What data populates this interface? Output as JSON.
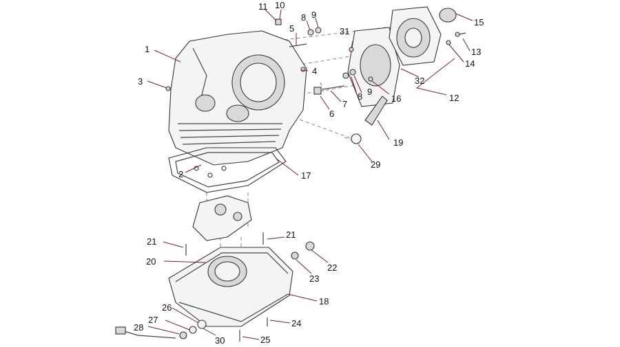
{
  "callouts": [
    {
      "id": "c1",
      "text": "1"
    },
    {
      "id": "c2",
      "text": "2"
    },
    {
      "id": "c3",
      "text": "3"
    },
    {
      "id": "c4",
      "text": "4"
    },
    {
      "id": "c5",
      "text": "5"
    },
    {
      "id": "c6",
      "text": "6"
    },
    {
      "id": "c7",
      "text": "7"
    },
    {
      "id": "c8a",
      "text": "8"
    },
    {
      "id": "c8b",
      "text": "8"
    },
    {
      "id": "c9a",
      "text": "9"
    },
    {
      "id": "c9b",
      "text": "9"
    },
    {
      "id": "c10",
      "text": "10"
    },
    {
      "id": "c11",
      "text": "11"
    },
    {
      "id": "c12",
      "text": "12"
    },
    {
      "id": "c13",
      "text": "13"
    },
    {
      "id": "c14",
      "text": "14"
    },
    {
      "id": "c15",
      "text": "15"
    },
    {
      "id": "c16",
      "text": "16"
    },
    {
      "id": "c17",
      "text": "17"
    },
    {
      "id": "c18",
      "text": "18"
    },
    {
      "id": "c19",
      "text": "19"
    },
    {
      "id": "c20",
      "text": "20"
    },
    {
      "id": "c21a",
      "text": "21"
    },
    {
      "id": "c21b",
      "text": "21"
    },
    {
      "id": "c22",
      "text": "22"
    },
    {
      "id": "c23",
      "text": "23"
    },
    {
      "id": "c24",
      "text": "24"
    },
    {
      "id": "c25",
      "text": "25"
    },
    {
      "id": "c26",
      "text": "26"
    },
    {
      "id": "c27",
      "text": "27"
    },
    {
      "id": "c28",
      "text": "28"
    },
    {
      "id": "c29",
      "text": "29"
    },
    {
      "id": "c30",
      "text": "30"
    },
    {
      "id": "c31",
      "text": "31"
    },
    {
      "id": "c32",
      "text": "32"
    }
  ]
}
